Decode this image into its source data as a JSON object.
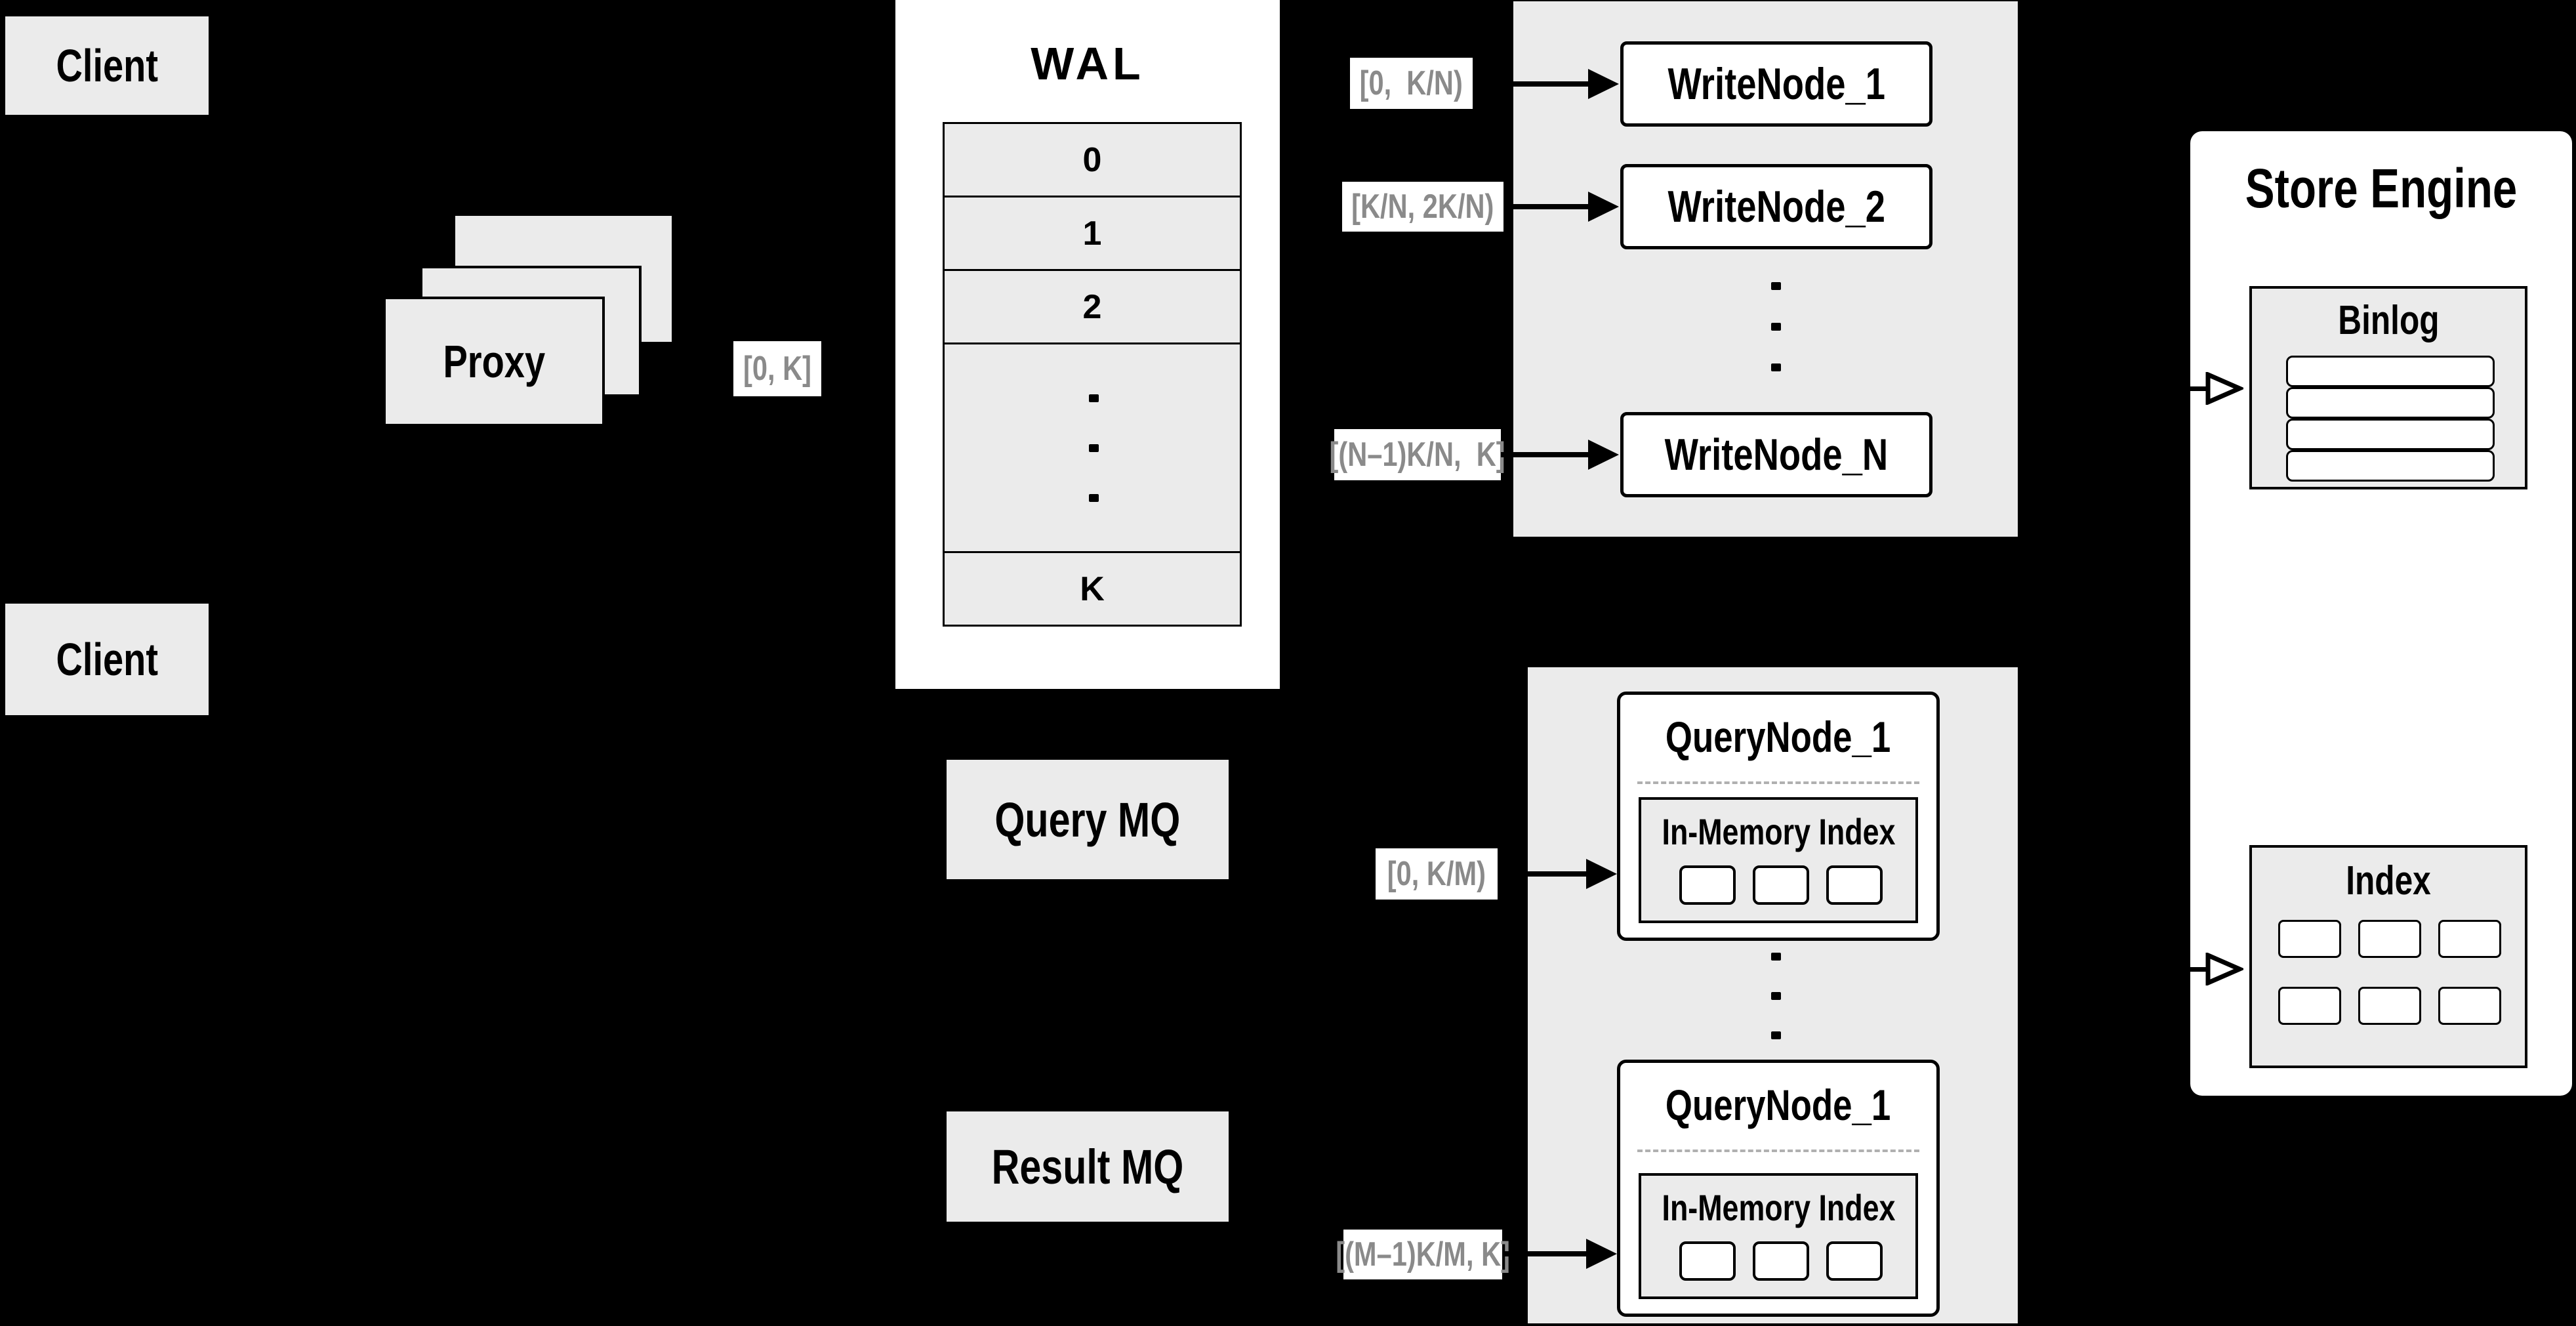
{
  "colors": {
    "background": "#000000",
    "panel": "#ebebeb",
    "box": "#ffffff",
    "line": "#000000",
    "muted_text": "#8a8a8a",
    "dashed": "#b0b0b0"
  },
  "clients": {
    "top": "Client",
    "bottom": "Client"
  },
  "proxy": {
    "title": "Proxy",
    "range": "[0, K]"
  },
  "wal": {
    "title": "WAL",
    "rows": [
      "0",
      "1",
      "2",
      "K"
    ]
  },
  "write_panel": {
    "nodes": [
      "WriteNode_1",
      "WriteNode_2",
      "WriteNode_N"
    ],
    "ranges": [
      "[0,  K/N)",
      "[K/N, 2K/N)",
      "[(N–1)K/N,  K]"
    ]
  },
  "mq": {
    "query": "Query MQ",
    "result": "Result MQ"
  },
  "query_panel": {
    "nodes": [
      {
        "title": "QueryNode_1",
        "index_title": "In-Memory Index"
      },
      {
        "title": "QueryNode_1",
        "index_title": "In-Memory Index"
      }
    ],
    "ranges": [
      "[0, K/M)",
      "[(M–1)K/M, K]"
    ]
  },
  "store_engine": {
    "title": "Store Engine",
    "binlog_title": "Binlog",
    "index_title": "Index"
  }
}
